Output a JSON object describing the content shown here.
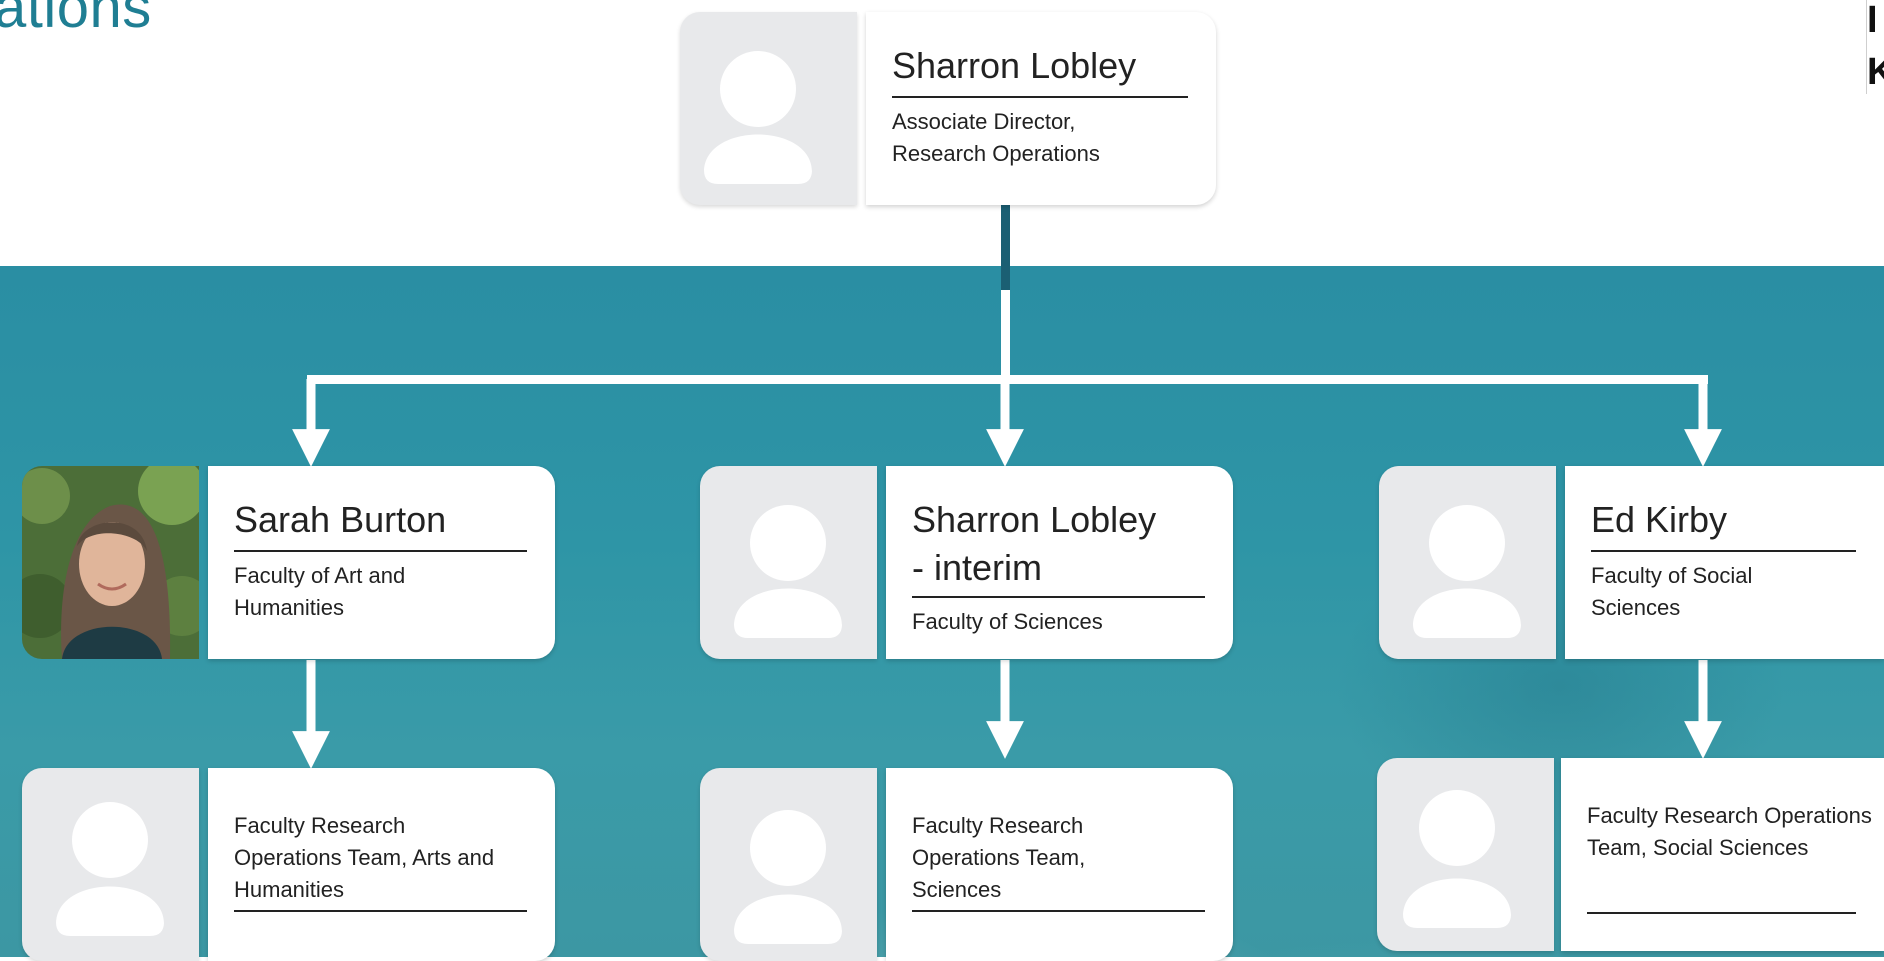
{
  "page": {
    "title_fragment": "ations",
    "corner_text_lines": [
      "I",
      "K"
    ]
  },
  "colors": {
    "accent_teal": "#1f7e93",
    "band_teal": "#2e95a6",
    "connector_dark": "#1b5f73",
    "connector_white": "#ffffff",
    "avatar_bg": "#e8e9eb"
  },
  "top_person": {
    "name": "Sharron Lobley",
    "role_line1": "Associate Director,",
    "role_line2": "Research Operations",
    "avatar_icon": "person-placeholder-icon"
  },
  "faculty_heads": [
    {
      "name": "Sarah Burton",
      "role_line1": "Faculty of Art and",
      "role_line2": "Humanities",
      "avatar_icon": "photo"
    },
    {
      "name_line1": "Sharron Lobley",
      "name_line2": "- interim",
      "role_line1": "Faculty of Sciences",
      "avatar_icon": "person-placeholder-icon"
    },
    {
      "name": "Ed Kirby",
      "role_line1": "Faculty of Social",
      "role_line2": "Sciences",
      "avatar_icon": "person-placeholder-icon"
    }
  ],
  "teams": [
    {
      "line1": "Faculty Research",
      "line2": "Operations Team, Arts and",
      "line3": "Humanities"
    },
    {
      "line1": "Faculty Research",
      "line2": "Operations Team,",
      "line3": "Sciences"
    },
    {
      "line1": "Faculty Research Operations",
      "line2": "Team, Social Sciences"
    }
  ]
}
